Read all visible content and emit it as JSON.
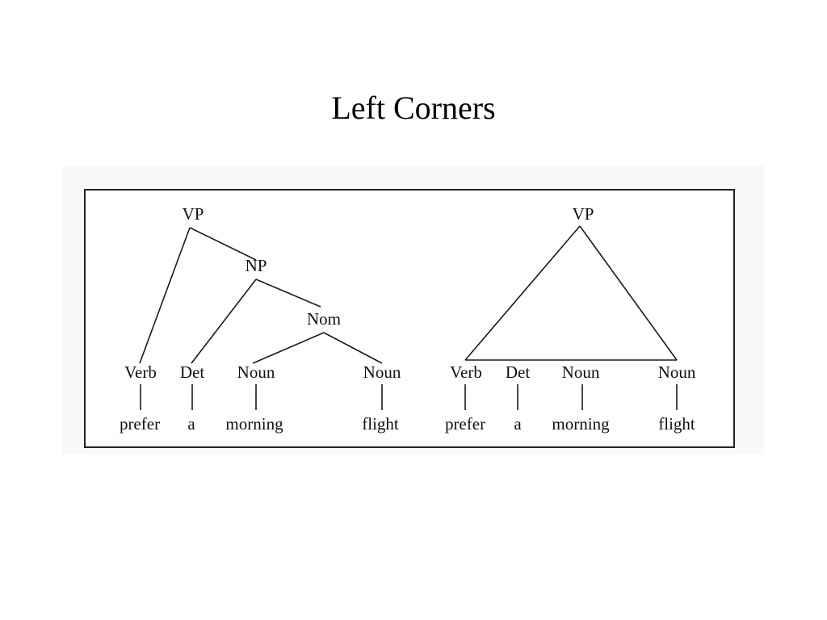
{
  "slide": {
    "title": "Left Corners"
  },
  "left_tree": {
    "root": "VP",
    "np": "NP",
    "nom": "Nom",
    "preterminals": [
      "Verb",
      "Det",
      "Noun",
      "Noun"
    ],
    "words": [
      "prefer",
      "a",
      "morning",
      "flight"
    ]
  },
  "right_tree": {
    "root": "VP",
    "preterminals": [
      "Verb",
      "Det",
      "Noun",
      "Noun"
    ],
    "words": [
      "prefer",
      "a",
      "morning",
      "flight"
    ]
  }
}
